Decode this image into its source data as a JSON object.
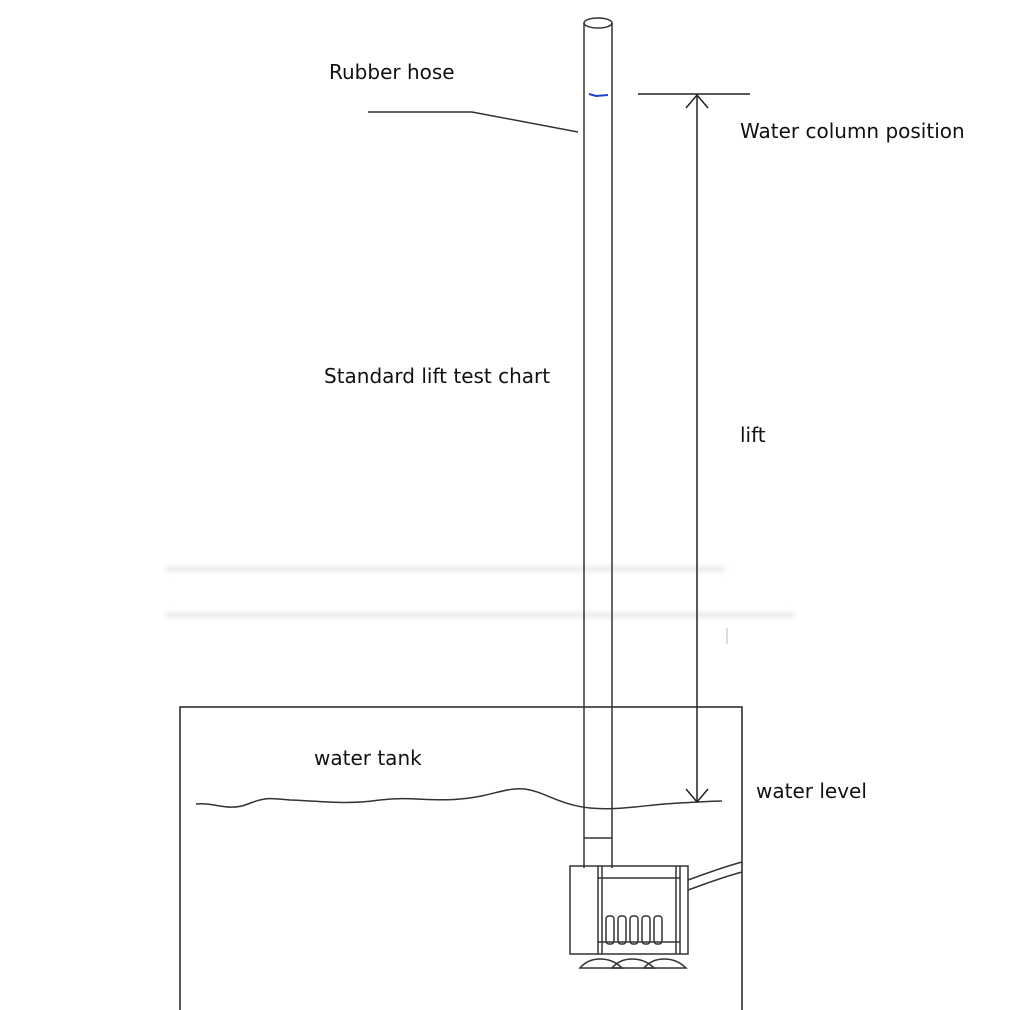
{
  "labels": {
    "rubber_hose": "Rubber hose",
    "water_column_position": "Water column position",
    "standard_lift_test_chart": "Standard lift test chart",
    "lift": "lift",
    "water_tank": "water tank",
    "water_level": "water level"
  },
  "colors": {
    "line": "#222222",
    "water_mark": "#1f3fd6",
    "background": "#ffffff"
  }
}
